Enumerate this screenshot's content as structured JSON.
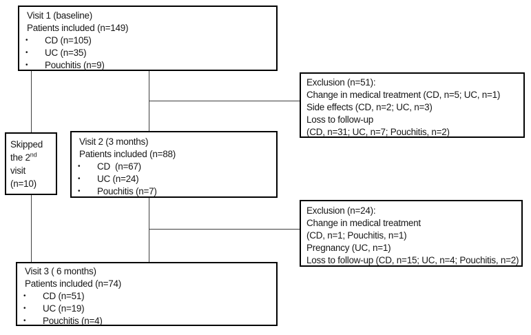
{
  "colors": {
    "background": "#ffffff",
    "box_border": "#000000",
    "text": "#161616",
    "connector": "#3d3d3d"
  },
  "bullet_char": "•",
  "visit1": {
    "title": "Visit 1 (baseline)",
    "subtitle": "Patients included (n=149)",
    "bullets": [
      "CD (n=105)",
      "UC (n=35)",
      "Pouchitis (n=9)"
    ]
  },
  "exclusion1": {
    "lines": [
      "Exclusion (n=51):",
      "Change in medical treatment (CD, n=5; UC, n=1)",
      "Side effects (CD, n=2; UC, n=3)",
      "Loss to follow-up",
      "(CD, n=31; UC, n=7; Pouchitis, n=2)"
    ]
  },
  "skipped": {
    "line1": "Skipped",
    "line2_pre": "the 2",
    "line2_sup": "nd",
    "line3": "visit",
    "line4": "(n=10)"
  },
  "visit2": {
    "title": "Visit 2 (3 months)",
    "subtitle": "Patients included (n=88)",
    "bullets": [
      "CD  (n=67)",
      "UC (n=24)",
      "Pouchitis (n=7)"
    ]
  },
  "exclusion2": {
    "lines": [
      "Exclusion (n=24):",
      "Change in medical treatment",
      "(CD, n=1; Pouchitis, n=1)",
      "Pregnancy (UC, n=1)",
      "Loss to follow-up (CD, n=15; UC, n=4; Pouchitis, n=2)"
    ]
  },
  "visit3": {
    "title": "Visit 3 ( 6 months)",
    "subtitle": "Patients included (n=74)",
    "bullets": [
      "CD (n=51)",
      "UC (n=19)",
      "Pouchitis (n=4)"
    ]
  }
}
